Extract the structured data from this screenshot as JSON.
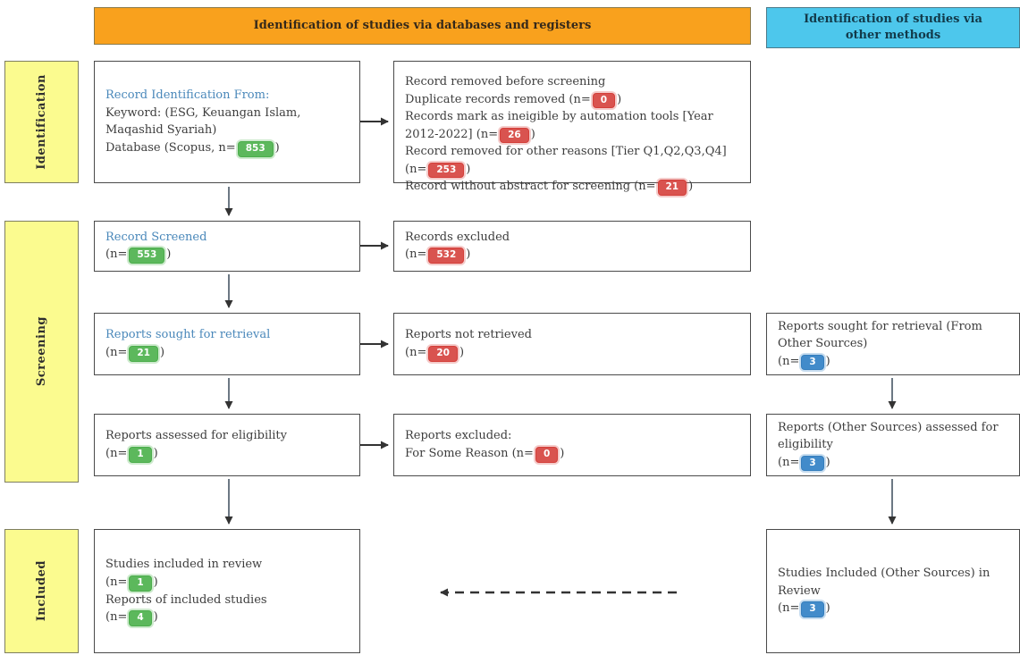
{
  "headers": {
    "databases": "Identification of studies via databases and registers",
    "other": "Identification of studies via other methods"
  },
  "stages": {
    "identification": "Identification",
    "screening": "Screening",
    "included": "Included"
  },
  "boxes": {
    "record_identification": {
      "title": "Record Identification From:",
      "keyword_line": "Keyword: (ESG, Keuangan Islam, Maqashid Syariah)",
      "database_pre": "Database (Scopus, n=",
      "database_n": "853",
      "database_post": ")"
    },
    "removed_before_screening": {
      "title": "Record removed before screening",
      "items": [
        {
          "pre": "Duplicate records removed (n=",
          "n": "0",
          "post": ")"
        },
        {
          "pre": "Records mark as ineigible by automation tools [Year 2012-2022] (n=",
          "n": "26",
          "post": ")"
        },
        {
          "pre": "Record removed for other reasons [Tier Q1,Q2,Q3,Q4] (n=",
          "n": "253",
          "post": ")"
        },
        {
          "pre": "Record without abstract for screening (n=",
          "n": "21",
          "post": ")"
        }
      ]
    },
    "record_screened": {
      "title": "Record Screened",
      "pre": "(n=",
      "n": "553",
      "post": ")"
    },
    "records_excluded": {
      "title": "Records excluded",
      "pre": "(n=",
      "n": "532",
      "post": ")"
    },
    "reports_sought": {
      "title": "Reports sought for retrieval",
      "pre": "(n=",
      "n": "21",
      "post": ")"
    },
    "reports_not_retrieved": {
      "title": "Reports not retrieved",
      "pre": "(n=",
      "n": "20",
      "post": ")"
    },
    "reports_sought_other": {
      "title": "Reports sought for retrieval (From Other Sources)",
      "pre": "(n=",
      "n": "3",
      "post": ")"
    },
    "reports_assessed": {
      "title": "Reports assessed for eligibility",
      "pre": "(n=",
      "n": "1",
      "post": ")"
    },
    "reports_excluded": {
      "title": "Reports excluded:",
      "pre": "For Some Reason (n=",
      "n": "0",
      "post": ")"
    },
    "reports_assessed_other": {
      "title": "Reports (Other Sources) assessed for eligibility",
      "pre": "(n=",
      "n": "3",
      "post": ")"
    },
    "studies_included": {
      "line1": "Studies included in review",
      "pre1": "(n=",
      "n1": "1",
      "post1": ")",
      "line2": "Reports of included studies",
      "pre2": "(n=",
      "n2": "4",
      "post2": ")"
    },
    "studies_included_other": {
      "title": "Studies Included (Other Sources) in Review",
      "pre": "(n=",
      "n": "3",
      "post": ")"
    }
  },
  "colors": {
    "header_databases_bg": "#F9A11D",
    "header_other_bg": "#4DC7EC",
    "stage_bg": "#FBFB8F",
    "badge_green": "#5CB85C",
    "badge_red": "#D9534F",
    "badge_blue": "#428BCA",
    "link_blue": "#4A88BA"
  }
}
